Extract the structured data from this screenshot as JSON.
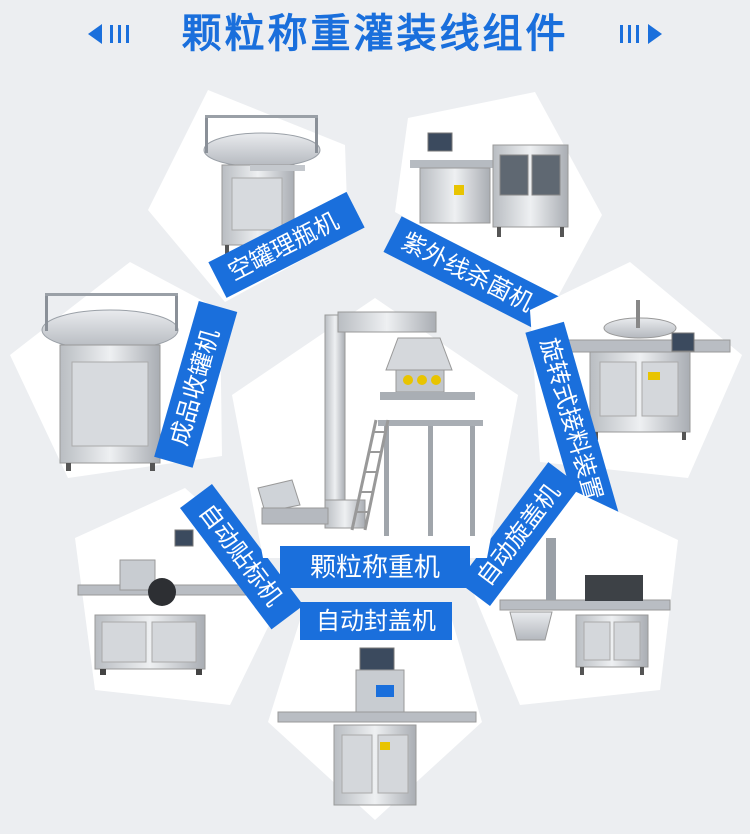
{
  "title": "颗粒称重灌装线组件",
  "colors": {
    "accent": "#1a6fdc",
    "panel": "#ffffff",
    "background": "#eceef1"
  },
  "components": [
    {
      "id": "empty-can-sorter",
      "label": "空罐理瓶机"
    },
    {
      "id": "uv-sterilizer",
      "label": "紫外线杀菌机"
    },
    {
      "id": "rotary-feeder",
      "label": "旋转式接料装置"
    },
    {
      "id": "auto-capper",
      "label": "自动旋盖机"
    },
    {
      "id": "auto-lid-sealer",
      "label": "自动封盖机"
    },
    {
      "id": "auto-labeler",
      "label": "自动贴标机"
    },
    {
      "id": "finished-collector",
      "label": "成品收罐机"
    }
  ],
  "center": {
    "label": "颗粒称重机"
  }
}
